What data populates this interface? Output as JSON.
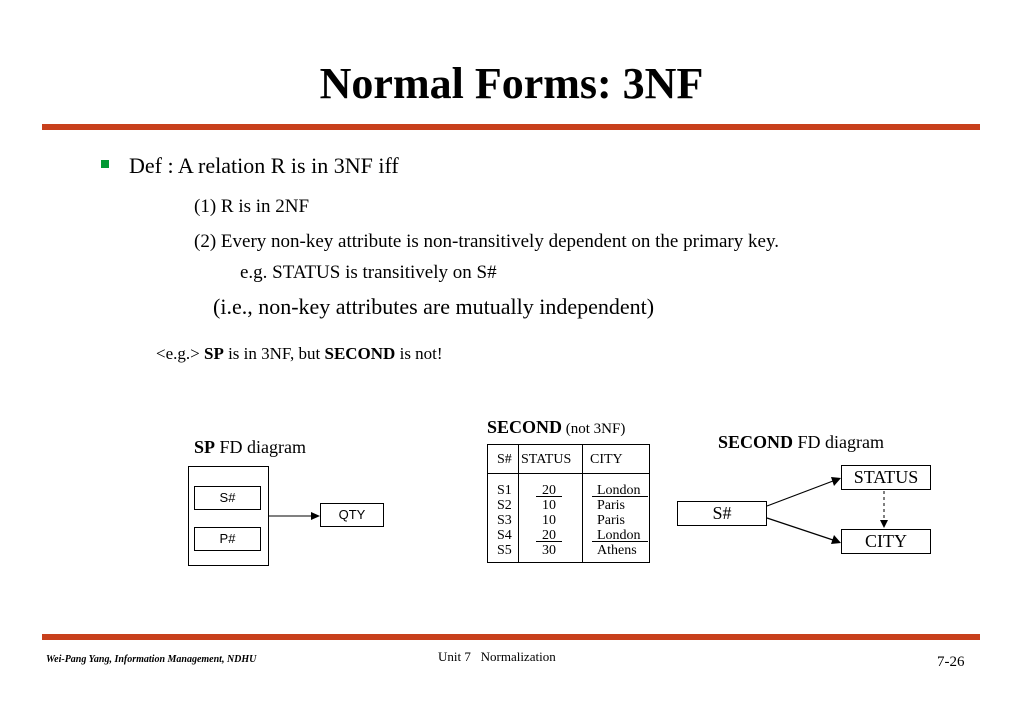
{
  "slide": {
    "title": "Normal Forms: 3NF",
    "def": "Def : A relation R is in 3NF iff",
    "cond1": "(1) R is in 2NF",
    "cond2": "(2) Every non-key attribute is non-transitively dependent on the primary key.",
    "eg": "e.g. STATUS is transitively on S#",
    "ie": "(i.e., non-key attributes are mutually independent)",
    "example": {
      "prefix": "<e.g.> ",
      "sp": "SP",
      "mid": " is in 3NF, but ",
      "second": "SECOND",
      "suffix": " is not!"
    }
  },
  "sp_diagram": {
    "title_bold": "SP",
    "title_rest": " FD diagram",
    "key1": "S#",
    "key2": "P#",
    "attr": "QTY"
  },
  "second_table": {
    "title_bold": "SECOND",
    "title_rest": " (not 3NF)",
    "headers": [
      "S#",
      "STATUS",
      "CITY"
    ],
    "snums": [
      "S1",
      "S2",
      "S3",
      "S4",
      "S5"
    ],
    "statuses": [
      "20",
      "10",
      "10",
      "20",
      "30"
    ],
    "cities": [
      "London",
      "Paris",
      "Paris",
      "London",
      "Athens"
    ]
  },
  "second_diagram": {
    "title_bold": "SECOND",
    "title_rest": " FD diagram",
    "key": "S#",
    "status": "STATUS",
    "city": "CITY"
  },
  "footer": {
    "left": "Wei-Pang Yang, Information Management, NDHU",
    "center": "Unit 7   Normalization",
    "page": "7-26"
  },
  "colors": {
    "rule": "#c8401c",
    "bullet": "#009933"
  }
}
